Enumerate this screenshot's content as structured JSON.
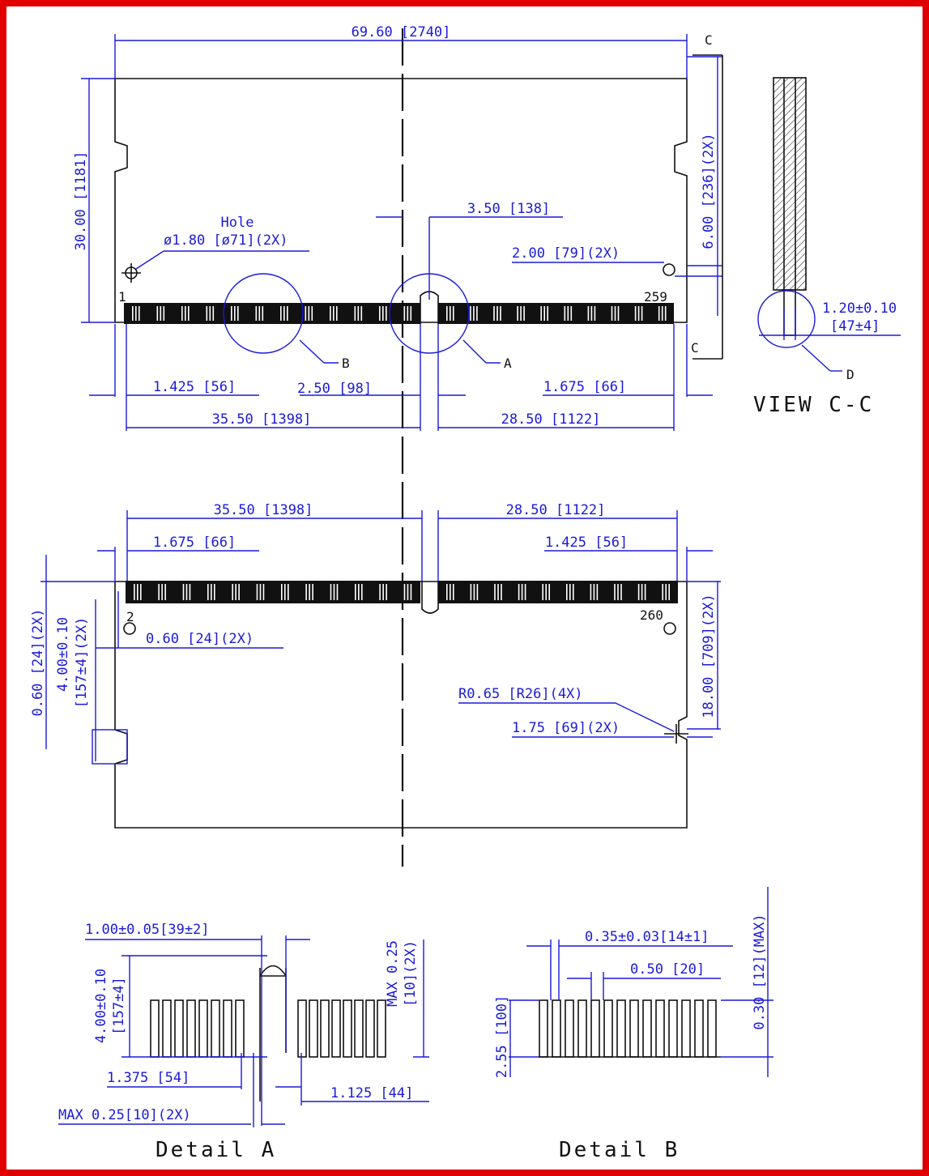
{
  "top_view": {
    "overall_width": "69.60 [2740]",
    "height": "30.00 [1181]",
    "notch_offset": "3.50 [138]",
    "hole_label": "Hole",
    "hole_dim": "ø1.80 [ø71](2X)",
    "right_hole_dim": "2.00 [79](2X)",
    "side_notch": "6.00 [236](2X)",
    "pin_first": "1",
    "pin_last": "259",
    "detail_b_ref": "B",
    "detail_a_ref": "A",
    "left_edge_offset": "1.425 [56]",
    "key_gap": "2.50 [98]",
    "right_edge_offset": "1.675 [66]",
    "left_span": "35.50 [1398]",
    "right_span": "28.50 [1122]",
    "section_ref_top": "C",
    "section_ref_bottom": "C"
  },
  "view_cc": {
    "thickness": "1.20±0.10",
    "thickness_in": "[47±4]",
    "detail_ref": "D",
    "title": "VIEW C-C"
  },
  "bottom_view": {
    "left_span": "35.50 [1398]",
    "right_span": "28.50 [1122]",
    "left_edge_offset": "1.675 [66]",
    "right_edge_offset": "1.425 [56]",
    "pin_first": "2",
    "pin_last": "260",
    "chamfer": "0.60 [24](2X)",
    "left_height": "0.60 [24](2X)",
    "notch_depth_line1": "4.00±0.10",
    "notch_depth_line2": "[157±4](2X)",
    "side_height": "18.00 [709](2X)",
    "radius": "R0.65 [R26](4X)",
    "notch_width": "1.75 [69](2X)"
  },
  "detail_a": {
    "key_width": "1.00±0.05[39±2]",
    "pad_height_line1": "4.00±0.10",
    "pad_height_line2": "[157±4]",
    "left_pad_offset": "1.375 [54]",
    "right_pad_offset": "1.125 [44]",
    "max_right_line1": "MAX 0.25",
    "max_right_line2": "[10](2X)",
    "max_bottom": "MAX 0.25[10](2X)",
    "title": "Detail A"
  },
  "detail_b": {
    "pad_width": "0.35±0.03[14±1]",
    "pitch": "0.50 [20]",
    "pad_length": "2.55 [100]",
    "max_height": "0.30 [12](MAX)",
    "title": "Detail B"
  }
}
